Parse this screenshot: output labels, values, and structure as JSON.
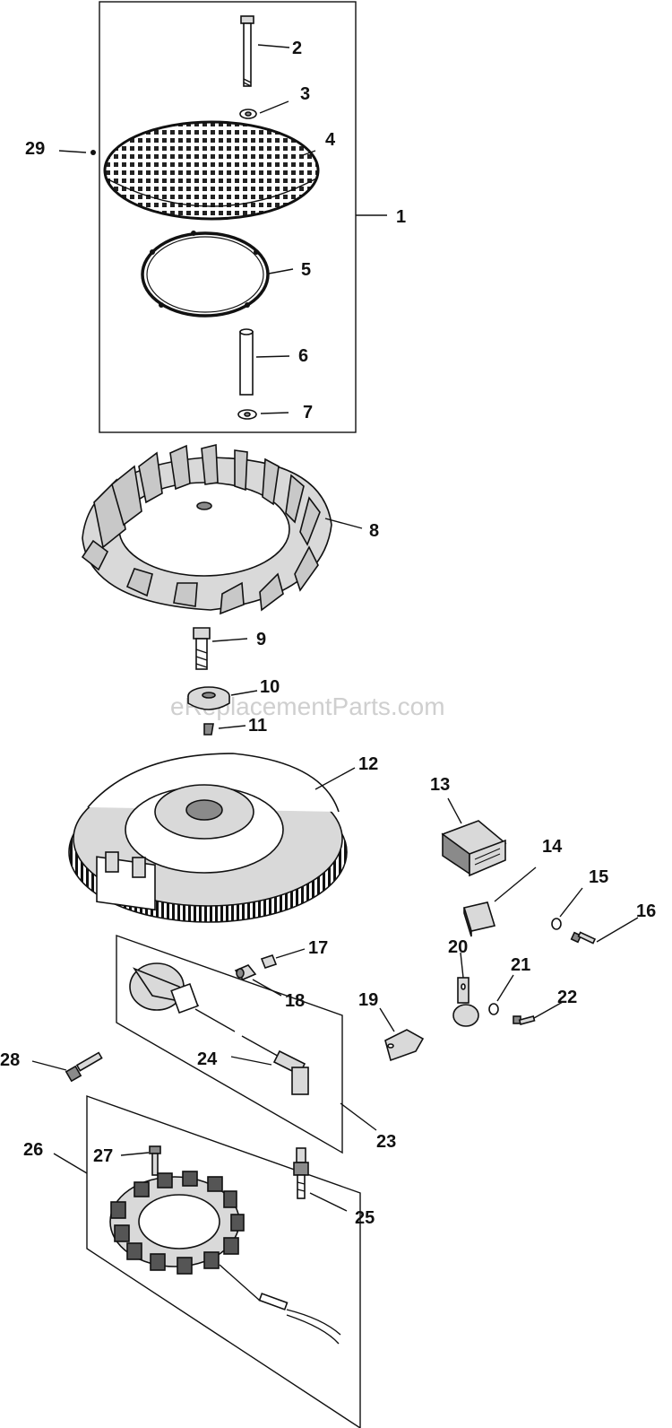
{
  "watermark": "eReplacementParts.com",
  "callouts": {
    "c1": "1",
    "c2": "2",
    "c3": "3",
    "c4": "4",
    "c5": "5",
    "c6": "6",
    "c7": "7",
    "c8": "8",
    "c9": "9",
    "c10": "10",
    "c11": "11",
    "c12": "12",
    "c13": "13",
    "c14": "14",
    "c15": "15",
    "c16": "16",
    "c17": "17",
    "c18": "18",
    "c19": "19",
    "c20": "20",
    "c21": "21",
    "c22": "22",
    "c23": "23",
    "c24": "24",
    "c25": "25",
    "c26": "26",
    "c27": "27",
    "c28": "28",
    "c29": "29"
  }
}
